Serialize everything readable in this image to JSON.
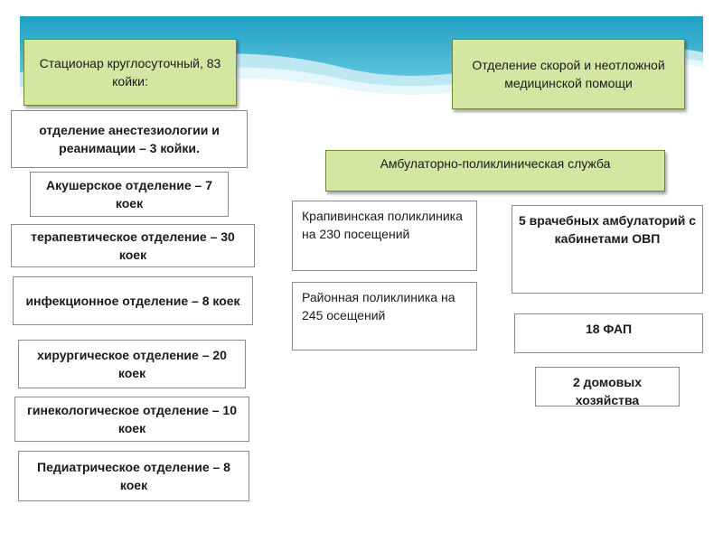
{
  "header_boxes": {
    "hospital": "Стационар круглосуточный,  83 койки:",
    "emergency": "Отделение скорой и неотложной медицинской помощи",
    "outpatient_service": "Амбулаторно-поликлиническая служба"
  },
  "departments": [
    "отделение анестезиологии и реанимации – 3 койки.",
    "Акушерское отделение – 7 коек",
    "терапевтическое отделение – 30 коек",
    "инфекционное отделение – 8 коек",
    "хирургическое отделение – 20 коек",
    "гинекологическое отделение – 10 коек",
    "Педиатрическое отделение – 8 коек"
  ],
  "clinics": [
    "Крапивинская поликлиника на 230 посещений",
    "Районная поликлиника на 245 осещений"
  ],
  "units": [
    "5 врачебных амбулаторий с кабинетами ОВП",
    "18 ФАП",
    "2 домовых хозяйства"
  ],
  "colors": {
    "banner_teal": "#1fa8c8",
    "banner_light": "#a8e0ee",
    "box_green": "#d3e6a2",
    "box_border": "#6f8a2e"
  }
}
